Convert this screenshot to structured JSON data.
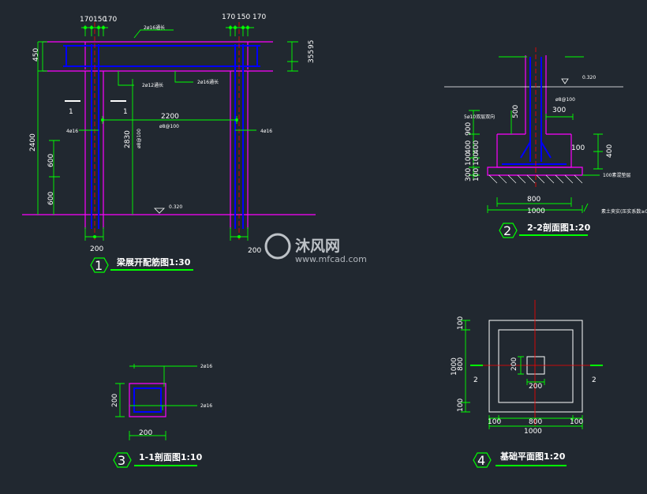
{
  "colors": {
    "background": "#212830",
    "outline": "#ff00ff",
    "dimension": "#00ff00",
    "rebar": "#0000ff",
    "axis": "#ff0000",
    "text": "#ffffff"
  },
  "drawing1": {
    "top_dims": [
      "170",
      "150",
      "170"
    ],
    "top_dims_right": [
      "170",
      "150",
      "170"
    ],
    "bar_top": "2ø16通长",
    "bar_mid1": "2ø12通长",
    "bar_mid2": "2ø16通长",
    "left_450": "450",
    "right_355": "355",
    "right_95": "95",
    "section_mark_left": "1",
    "section_mark_right": "1",
    "span": "2200",
    "stirrup": "ø8@100",
    "bar_4_left": "4ø16",
    "bar_4_right": "4ø16",
    "height_2400": "2400",
    "height_2830": "2830",
    "stirrup_vertical": "ø8@100",
    "dim_600_a": "600",
    "dim_600_b": "600",
    "level": "0.320",
    "col_left": "200",
    "col_right": "200",
    "number": "1",
    "title": "梁展开配筋图1:30"
  },
  "drawing2": {
    "level": "0.320",
    "stirrup": "ø8@100",
    "dim_300": "300",
    "dim_500": "500",
    "note_bars": "5ø10双层双向",
    "dim_900": "900",
    "dim_400a": "400",
    "dim_100a": "100",
    "dim_400b": "400",
    "dim_100b": "100",
    "dim_300b": "300",
    "dim_100c": "100",
    "dim_400_right": "400",
    "dim_100_right": "100",
    "plain_concrete": "100素混垫层",
    "dim_800": "800",
    "dim_1000": "1000",
    "soil_note": "素土夹实(压实系数≥0.93)",
    "number": "2",
    "title": "2-2剖面图1:20"
  },
  "drawing3": {
    "bar_top": "2ø16",
    "bar_bottom": "2ø16",
    "height": "200",
    "width": "200",
    "number": "3",
    "title": "1-1剖面图1:10"
  },
  "drawing4": {
    "left_100a": "100",
    "left_800": "800",
    "left_100b": "100",
    "left_1000": "1000",
    "inner_200v": "200",
    "inner_200h": "200",
    "section_left": "2",
    "section_right": "2",
    "bottom_100a": "100",
    "bottom_800": "800",
    "bottom_100b": "100",
    "bottom_1000": "1000",
    "number": "4",
    "title": "基础平面图1:20"
  },
  "watermark": {
    "brand": "沐风网",
    "url": "www.mfcad.com"
  }
}
